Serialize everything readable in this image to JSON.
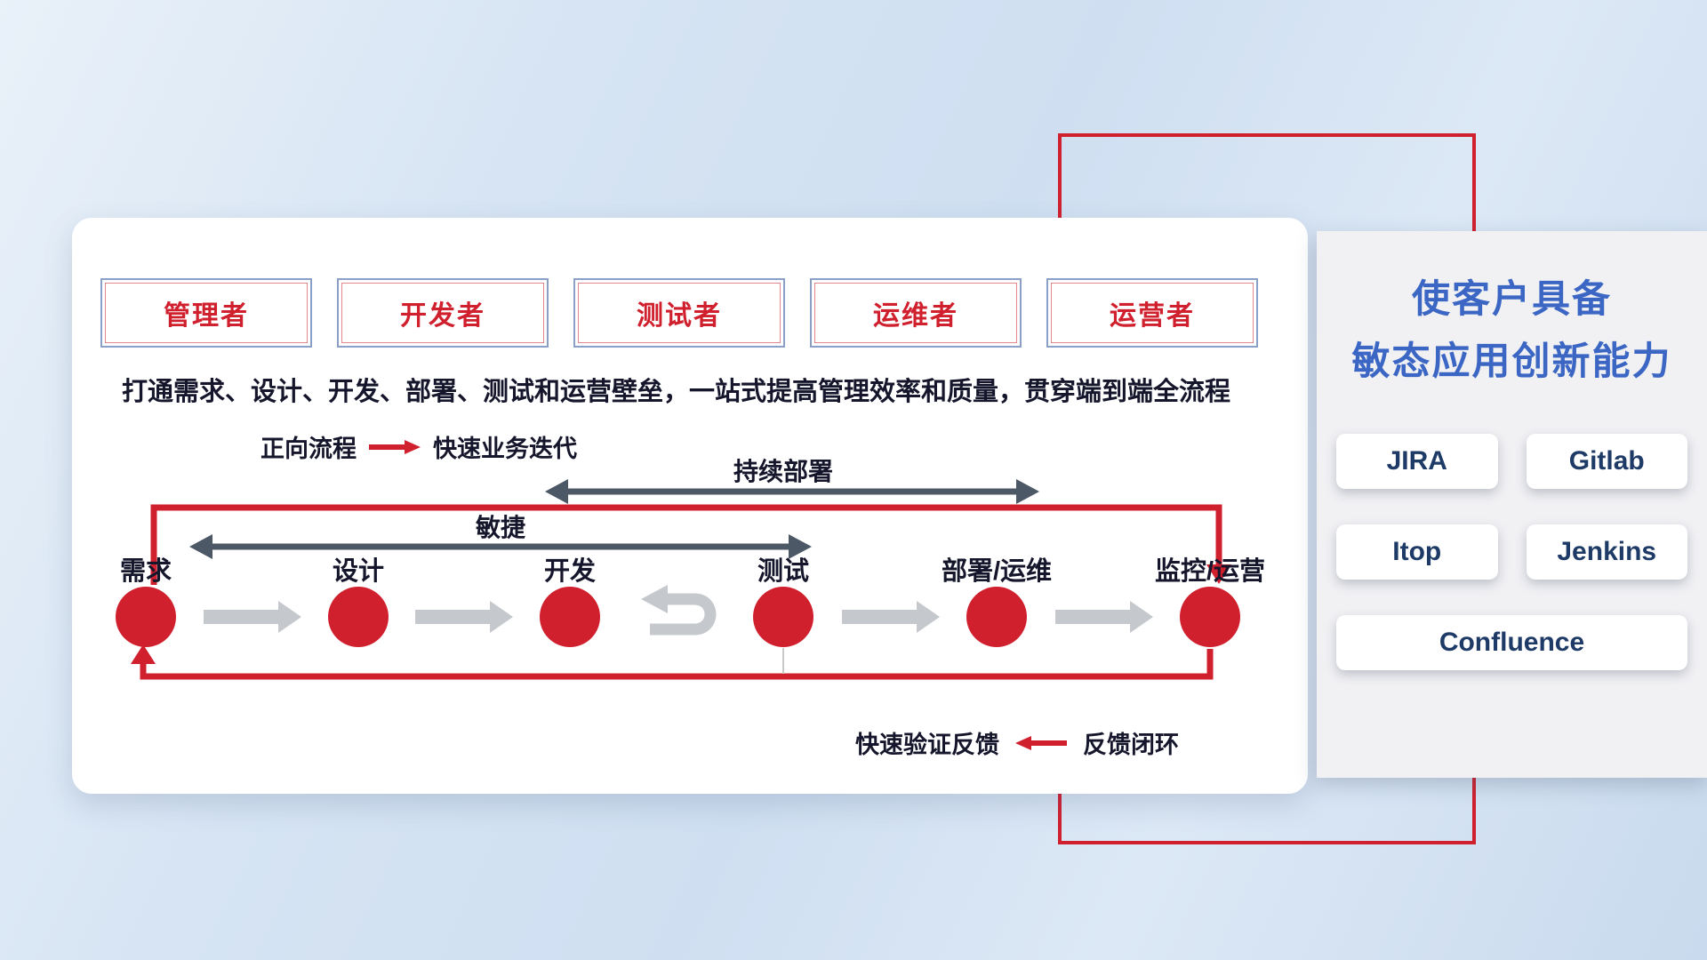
{
  "colors": {
    "accent_red": "#d0202e",
    "title_blue": "#3b66c4",
    "tool_navy": "#1e3a66",
    "dark_arrow": "#4d5866",
    "gray_arrow": "#c5c9cd"
  },
  "roles": {
    "items": [
      {
        "label": "管理者"
      },
      {
        "label": "开发者"
      },
      {
        "label": "测试者"
      },
      {
        "label": "运维者"
      },
      {
        "label": "运营者"
      }
    ]
  },
  "main": {
    "description": "打通需求、设计、开发、部署、测试和运营壁垒，一站式提高管理效率和质量，贯穿端到端全流程",
    "legend_forward": {
      "label": "正向流程",
      "value": "快速业务迭代"
    },
    "arrow_labels": {
      "continuous_deploy": "持续部署",
      "agile": "敏捷"
    },
    "legend_feedback": {
      "label": "快速验证反馈",
      "value": "反馈闭环"
    }
  },
  "flow": {
    "nodes": [
      {
        "label": "需求"
      },
      {
        "label": "设计"
      },
      {
        "label": "开发"
      },
      {
        "label": "测试"
      },
      {
        "label": "部署/运维"
      },
      {
        "label": "监控/运营"
      }
    ]
  },
  "side": {
    "title_line1": "使客户具备",
    "title_line2": "敏态应用创新能力",
    "tools": [
      {
        "label": "JIRA"
      },
      {
        "label": "Gitlab"
      },
      {
        "label": "Itop"
      },
      {
        "label": "Jenkins"
      },
      {
        "label": "Confluence"
      }
    ]
  }
}
